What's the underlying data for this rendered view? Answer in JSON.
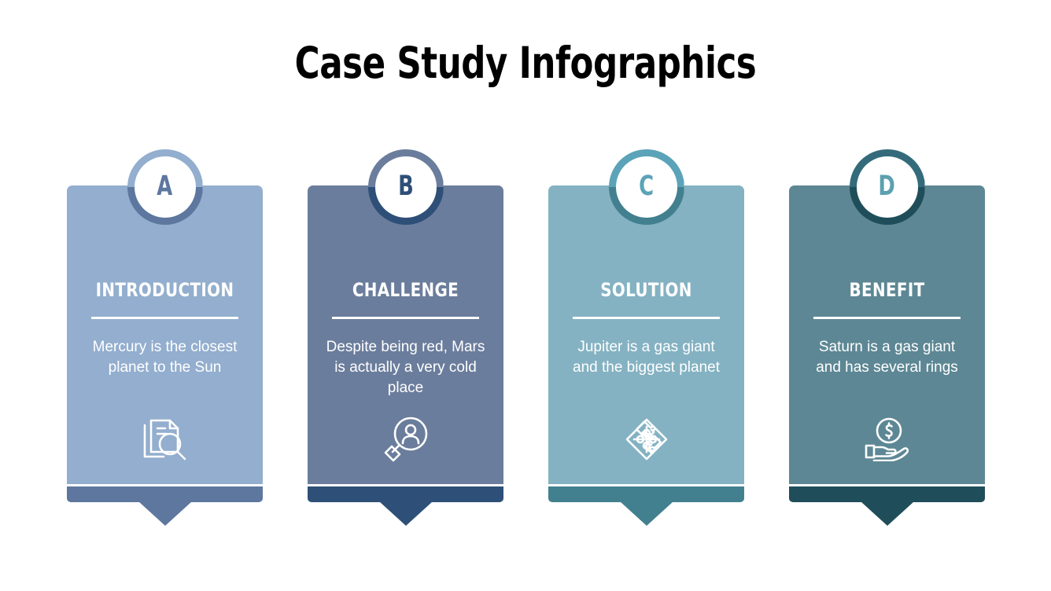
{
  "slide": {
    "title": "Case Study Infographics",
    "background": "#ffffff"
  },
  "cards": [
    {
      "letter": "A",
      "heading": "INTRODUCTION",
      "text": "Mercury is the closest planet to the Sun",
      "icon": "document-search-icon",
      "body_color": "#93aece",
      "accent_color": "#5d779f",
      "ring_top_color": "#93aece",
      "ring_bottom_color": "#5d779f",
      "letter_color": "#5d779f"
    },
    {
      "letter": "B",
      "heading": "CHALLENGE",
      "text": "Despite being red, Mars is actually a very cold place",
      "icon": "person-search-icon",
      "body_color": "#6b7d9c",
      "accent_color": "#2e4f77",
      "ring_top_color": "#6b7d9c",
      "ring_bottom_color": "#2e4f77",
      "letter_color": "#2e4f77"
    },
    {
      "letter": "C",
      "heading": "SOLUTION",
      "text": "Jupiter is a gas giant and the biggest planet",
      "icon": "puzzle-icon",
      "body_color": "#84b2c2",
      "accent_color": "#42808f",
      "ring_top_color": "#5ba3b8",
      "ring_bottom_color": "#42808f",
      "letter_color": "#5ba3b8"
    },
    {
      "letter": "D",
      "heading": "BENEFIT",
      "text": "Saturn is a gas giant and has several rings",
      "icon": "hand-holding-money-icon",
      "body_color": "#5d8794",
      "accent_color": "#1f4e5a",
      "ring_top_color": "#336b7b",
      "ring_bottom_color": "#1f4e5a",
      "letter_color": "#5da0b0"
    }
  ]
}
